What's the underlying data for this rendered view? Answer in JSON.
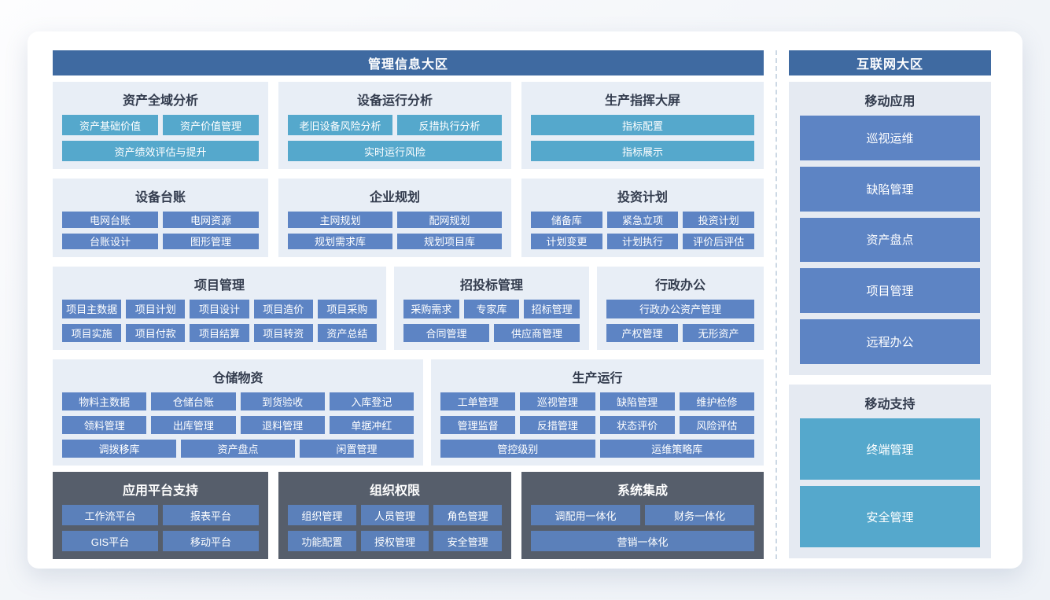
{
  "colors": {
    "header_bg": "#3f6aa1",
    "panel_bg": "#e8eef6",
    "panel_bg_right": "#e5eaf2",
    "teal": "#55a8cc",
    "blue": "#5d84c4",
    "dark_bg": "#565e6b",
    "dark_btn": "#5b80ba",
    "title_color": "#333c4e",
    "divider": "#ccd8e4"
  },
  "management": {
    "title": "管理信息大区",
    "groups": {
      "assetAnalysis": {
        "title": "资产全域分析",
        "buttons": [
          "资产基础价值",
          "资产价值管理",
          "资产绩效评估与提升"
        ]
      },
      "equipmentAnalysis": {
        "title": "设备运行分析",
        "buttons": [
          "老旧设备风险分析",
          "反措执行分析",
          "实时运行风险"
        ]
      },
      "productionDashboard": {
        "title": "生产指挥大屏",
        "buttons": [
          "指标配置",
          "指标展示"
        ]
      },
      "equipmentLedger": {
        "title": "设备台账",
        "buttons": [
          "电网台账",
          "电网资源",
          "台账设计",
          "图形管理"
        ]
      },
      "enterprisePlanning": {
        "title": "企业规划",
        "buttons": [
          "主网规划",
          "配网规划",
          "规划需求库",
          "规划项目库"
        ]
      },
      "investmentPlan": {
        "title": "投资计划",
        "buttons": [
          "储备库",
          "紧急立项",
          "投资计划",
          "计划变更",
          "计划执行",
          "评价后评估"
        ]
      },
      "projectManagement": {
        "title": "项目管理",
        "buttons": [
          "项目主数据",
          "项目计划",
          "项目设计",
          "项目造价",
          "项目采购",
          "项目实施",
          "项目付款",
          "项目结算",
          "项目转资",
          "资产总结"
        ]
      },
      "biddingManagement": {
        "title": "招投标管理",
        "buttons": [
          "采购需求",
          "专家库",
          "招标管理",
          "合同管理",
          "供应商管理"
        ]
      },
      "adminOffice": {
        "title": "行政办公",
        "buttons": [
          "行政办公资产管理",
          "产权管理",
          "无形资产"
        ]
      },
      "warehouseMaterials": {
        "title": "仓储物资",
        "buttons": [
          "物料主数据",
          "仓储台账",
          "到货验收",
          "入库登记",
          "领料管理",
          "出库管理",
          "退料管理",
          "单据冲红",
          "调拨移库",
          "资产盘点",
          "闲置管理"
        ]
      },
      "productionOperation": {
        "title": "生产运行",
        "buttons": [
          "工单管理",
          "巡视管理",
          "缺陷管理",
          "维护检修",
          "管理监督",
          "反措管理",
          "状态评价",
          "风险评估",
          "管控级别",
          "运维策略库"
        ]
      },
      "platformSupport": {
        "title": "应用平台支持",
        "buttons": [
          "工作流平台",
          "报表平台",
          "GIS平台",
          "移动平台"
        ]
      },
      "orgPermission": {
        "title": "组织权限",
        "buttons": [
          "组织管理",
          "人员管理",
          "角色管理",
          "功能配置",
          "授权管理",
          "安全管理"
        ]
      },
      "systemIntegration": {
        "title": "系统集成",
        "buttons": [
          "调配用一体化",
          "财务一体化",
          "营销一体化"
        ]
      }
    }
  },
  "internet": {
    "title": "互联网大区",
    "groups": {
      "mobileApps": {
        "title": "移动应用",
        "buttons": [
          "巡视运维",
          "缺陷管理",
          "资产盘点",
          "项目管理",
          "远程办公"
        ]
      },
      "mobileSupport": {
        "title": "移动支持",
        "buttons": [
          "终端管理",
          "安全管理"
        ]
      }
    }
  }
}
